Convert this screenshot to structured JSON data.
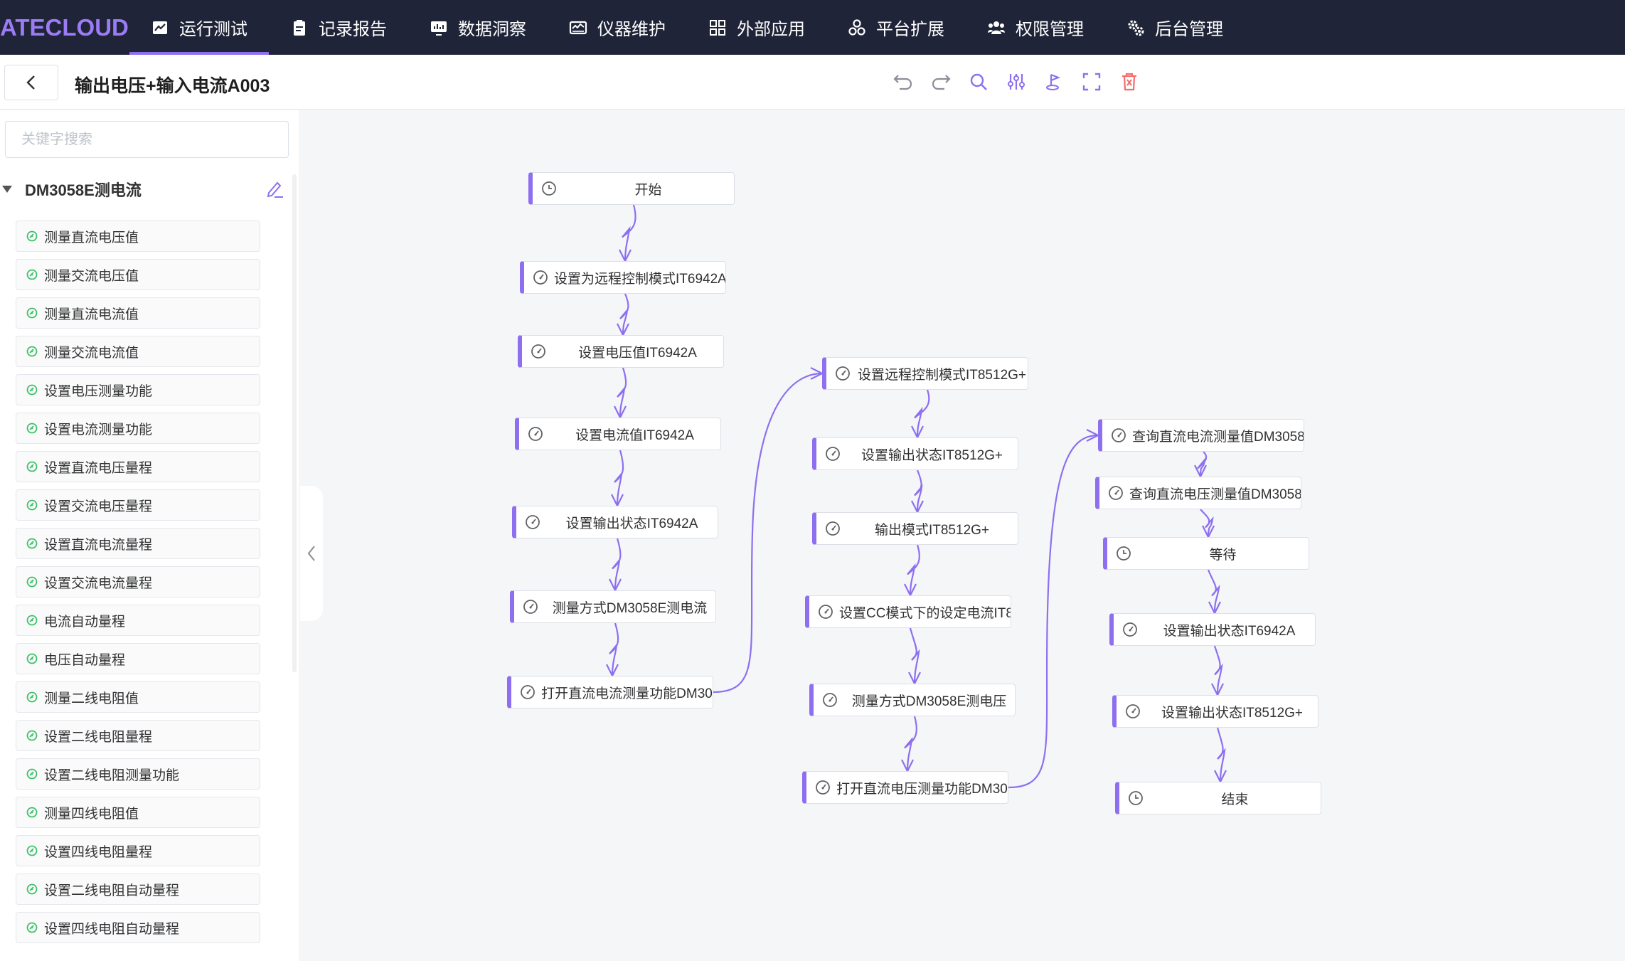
{
  "app": {
    "logo": "ATECLOUD",
    "nav": [
      {
        "label": "运行测试",
        "icon": "chart-line-icon",
        "active": true
      },
      {
        "label": "记录报告",
        "icon": "clipboard-icon",
        "active": false
      },
      {
        "label": "数据洞察",
        "icon": "monitor-chart-icon",
        "active": false
      },
      {
        "label": "仪器维护",
        "icon": "instrument-icon",
        "active": false
      },
      {
        "label": "外部应用",
        "icon": "apps-grid-icon",
        "active": false
      },
      {
        "label": "平台扩展",
        "icon": "cluster-icon",
        "active": false
      },
      {
        "label": "权限管理",
        "icon": "users-icon",
        "active": false
      },
      {
        "label": "后台管理",
        "icon": "gears-icon",
        "active": false
      }
    ]
  },
  "header": {
    "title": "输出电压+输入电流A003",
    "tools": [
      "undo-icon",
      "redo-icon",
      "search-icon",
      "sliders-icon",
      "flag-icon",
      "fullscreen-icon",
      "delete-icon"
    ],
    "delete_color": "#f56c6c",
    "tool_color": "#8d6ff0"
  },
  "sidebar": {
    "search_placeholder": "关键字搜索",
    "group_title": "DM3058E测电流",
    "commands": [
      "测量直流电压值",
      "测量交流电压值",
      "测量直流电流值",
      "测量交流电流值",
      "设置电压测量功能",
      "设置电流测量功能",
      "设置直流电压量程",
      "设置交流电压量程",
      "设置直流电流量程",
      "设置交流电流量程",
      "电流自动量程",
      "电压自动量程",
      "测量二线电阻值",
      "设置二线电阻量程",
      "设置二线电阻测量功能",
      "测量四线电阻值",
      "设置四线电阻量程",
      "设置二线电阻自动量程",
      "设置四线电阻自动量程"
    ]
  },
  "flow": {
    "accent": "#8d6ff0",
    "nodes": [
      {
        "label": "开始",
        "icon": "clock-icon"
      },
      {
        "label": "设置为远程控制模式IT6942A",
        "icon": "gauge-icon"
      },
      {
        "label": "设置电压值IT6942A",
        "icon": "gauge-icon"
      },
      {
        "label": "设置电流值IT6942A",
        "icon": "gauge-icon"
      },
      {
        "label": "设置输出状态IT6942A",
        "icon": "gauge-icon"
      },
      {
        "label": "测量方式DM3058E测电流",
        "icon": "gauge-icon"
      },
      {
        "label": "打开直流电流测量功能DM30",
        "icon": "gauge-icon"
      },
      {
        "label": "设置远程控制模式IT8512G+",
        "icon": "gauge-icon"
      },
      {
        "label": "设置输出状态IT8512G+",
        "icon": "gauge-icon"
      },
      {
        "label": "输出模式IT8512G+",
        "icon": "gauge-icon"
      },
      {
        "label": "设置CC模式下的设定电流IT8",
        "icon": "gauge-icon"
      },
      {
        "label": "测量方式DM3058E测电压",
        "icon": "gauge-icon"
      },
      {
        "label": "打开直流电压测量功能DM30",
        "icon": "gauge-icon"
      },
      {
        "label": "查询直流电流测量值DM3058",
        "icon": "gauge-icon"
      },
      {
        "label": "查询直流电压测量值DM3058",
        "icon": "gauge-icon"
      },
      {
        "label": "等待",
        "icon": "clock-icon"
      },
      {
        "label": "设置输出状态IT6942A",
        "icon": "gauge-icon"
      },
      {
        "label": "设置输出状态IT8512G+",
        "icon": "gauge-icon"
      },
      {
        "label": "结束",
        "icon": "clock-icon"
      }
    ]
  }
}
